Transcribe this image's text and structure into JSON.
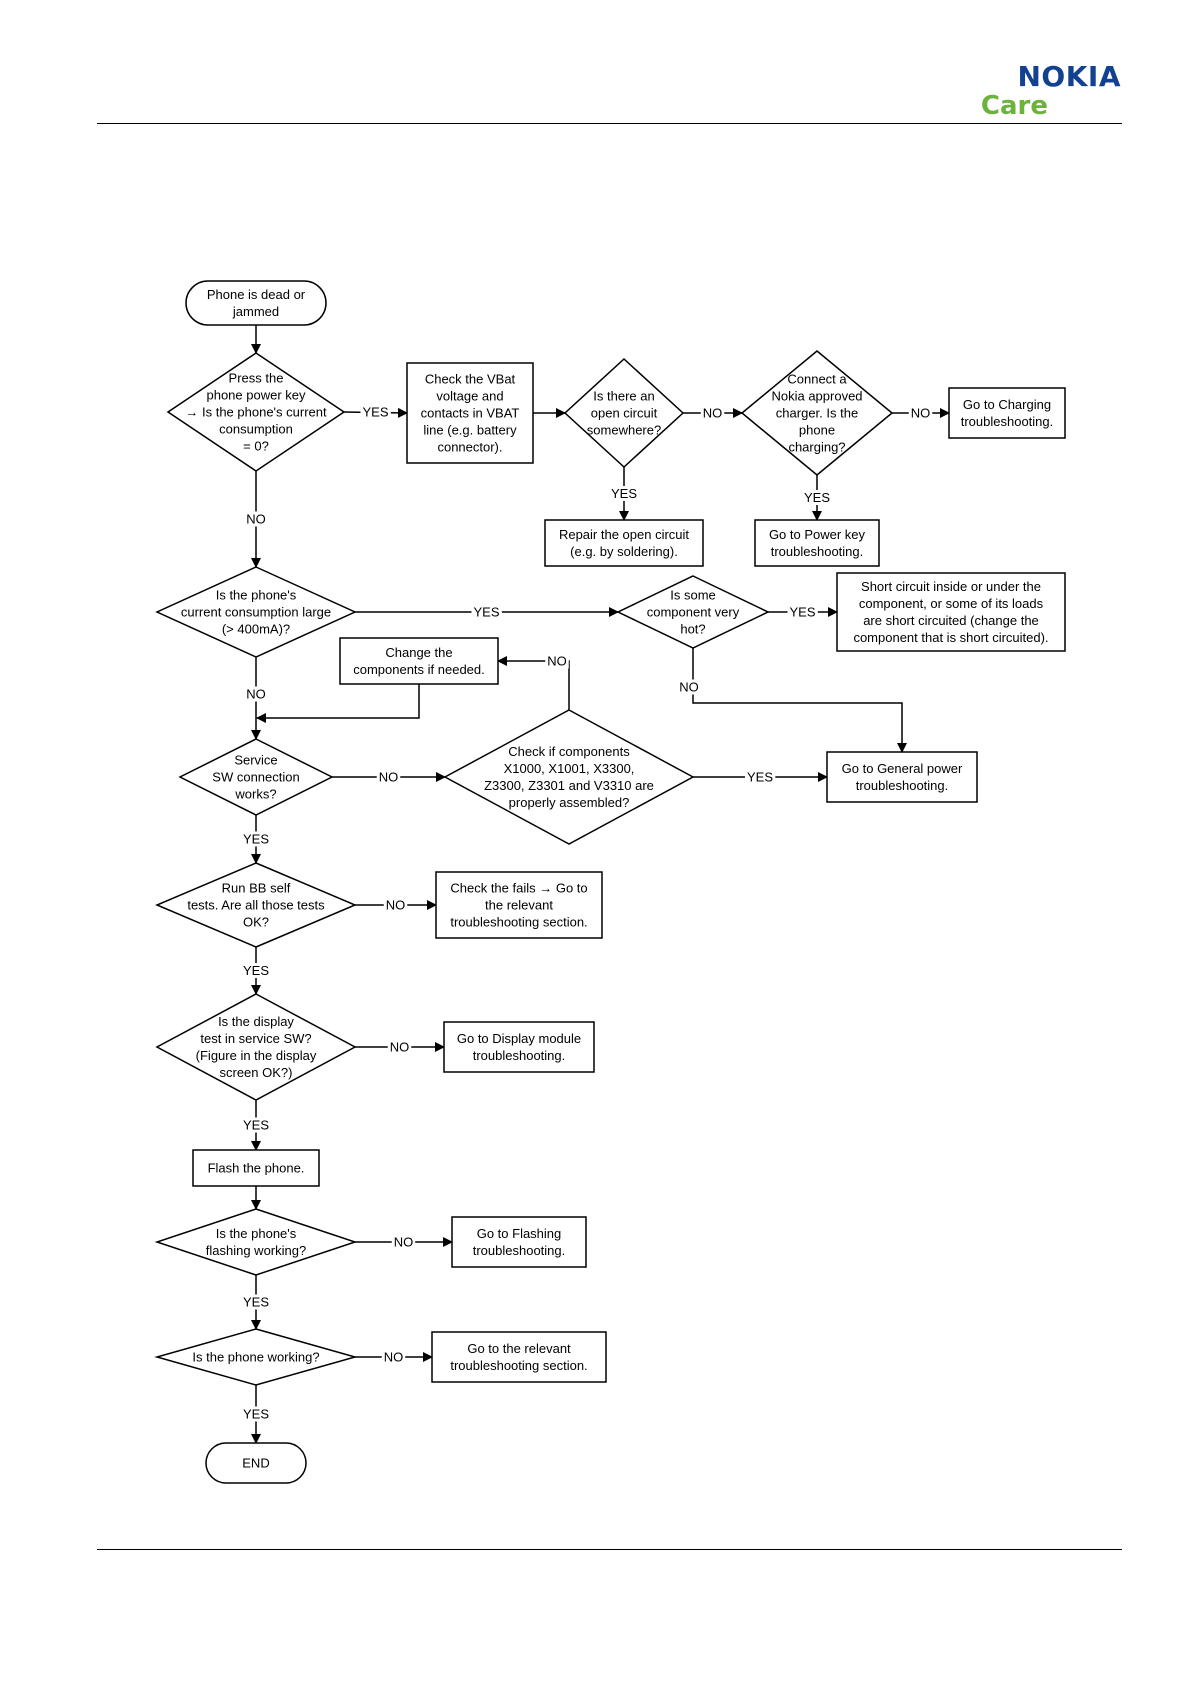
{
  "header": {
    "brand": "NOKIA",
    "sub_brand": "Care"
  },
  "colors": {
    "brand_blue": "#124191",
    "brand_green": "#6cb33e"
  },
  "edge_labels": {
    "yes": "YES",
    "no": "NO"
  },
  "nodes": {
    "start": {
      "lines": [
        "Phone is dead or",
        "jammed"
      ]
    },
    "power_key": {
      "lines": [
        "Press the",
        "phone power key",
        "→ Is the phone's current",
        "consumption",
        "= 0?"
      ]
    },
    "check_vbat": {
      "lines": [
        "Check the VBat",
        "voltage and",
        "contacts in VBAT",
        "line (e.g. battery",
        "connector)."
      ]
    },
    "open_circuit": {
      "lines": [
        "Is there an",
        "open circuit",
        "somewhere?"
      ]
    },
    "charger": {
      "lines": [
        "Connect a",
        "Nokia approved",
        "charger. Is the",
        "phone",
        "charging?"
      ]
    },
    "goto_charging": {
      "lines": [
        "Go to Charging",
        "troubleshooting."
      ]
    },
    "repair": {
      "lines": [
        "Repair the open circuit",
        "(e.g. by soldering)."
      ]
    },
    "goto_powerkey": {
      "lines": [
        "Go to Power key",
        "troubleshooting."
      ]
    },
    "current_large": {
      "lines": [
        "Is the phone's",
        "current consumption large",
        "(> 400mA)?"
      ]
    },
    "comp_hot": {
      "lines": [
        "Is some",
        "component very",
        "hot?"
      ]
    },
    "short_circuit": {
      "lines": [
        "Short circuit inside or under the",
        "component, or some of its loads",
        "are short circuited (change the",
        "component that is short circuited)."
      ]
    },
    "change_comp": {
      "lines": [
        "Change the",
        "components if needed."
      ]
    },
    "service_sw": {
      "lines": [
        "Service",
        "SW connection",
        "works?"
      ]
    },
    "check_comp": {
      "lines": [
        "Check if components",
        "X1000, X1001, X3300,",
        "Z3300, Z3301 and V3310 are",
        "properly assembled?"
      ]
    },
    "goto_general": {
      "lines": [
        "Go to General power",
        "troubleshooting."
      ]
    },
    "bb_self": {
      "lines": [
        "Run BB self",
        "tests. Are all those tests",
        "OK?"
      ]
    },
    "check_fails": {
      "lines": [
        "Check the fails → Go to",
        "the relevant",
        "troubleshooting section."
      ]
    },
    "display_test": {
      "lines": [
        "Is the display",
        "test in service SW?",
        "(Figure in the display",
        "screen OK?)"
      ]
    },
    "goto_display": {
      "lines": [
        "Go to Display module",
        "troubleshooting."
      ]
    },
    "flash": {
      "lines": [
        "Flash the phone."
      ]
    },
    "flashing_ok": {
      "lines": [
        "Is the phone's",
        "flashing working?"
      ]
    },
    "goto_flashing": {
      "lines": [
        "Go to Flashing",
        "troubleshooting."
      ]
    },
    "phone_working": {
      "lines": [
        "Is the phone working?"
      ]
    },
    "goto_relevant": {
      "lines": [
        "Go to the relevant",
        "troubleshooting section."
      ]
    },
    "end": {
      "lines": [
        "END"
      ]
    }
  }
}
